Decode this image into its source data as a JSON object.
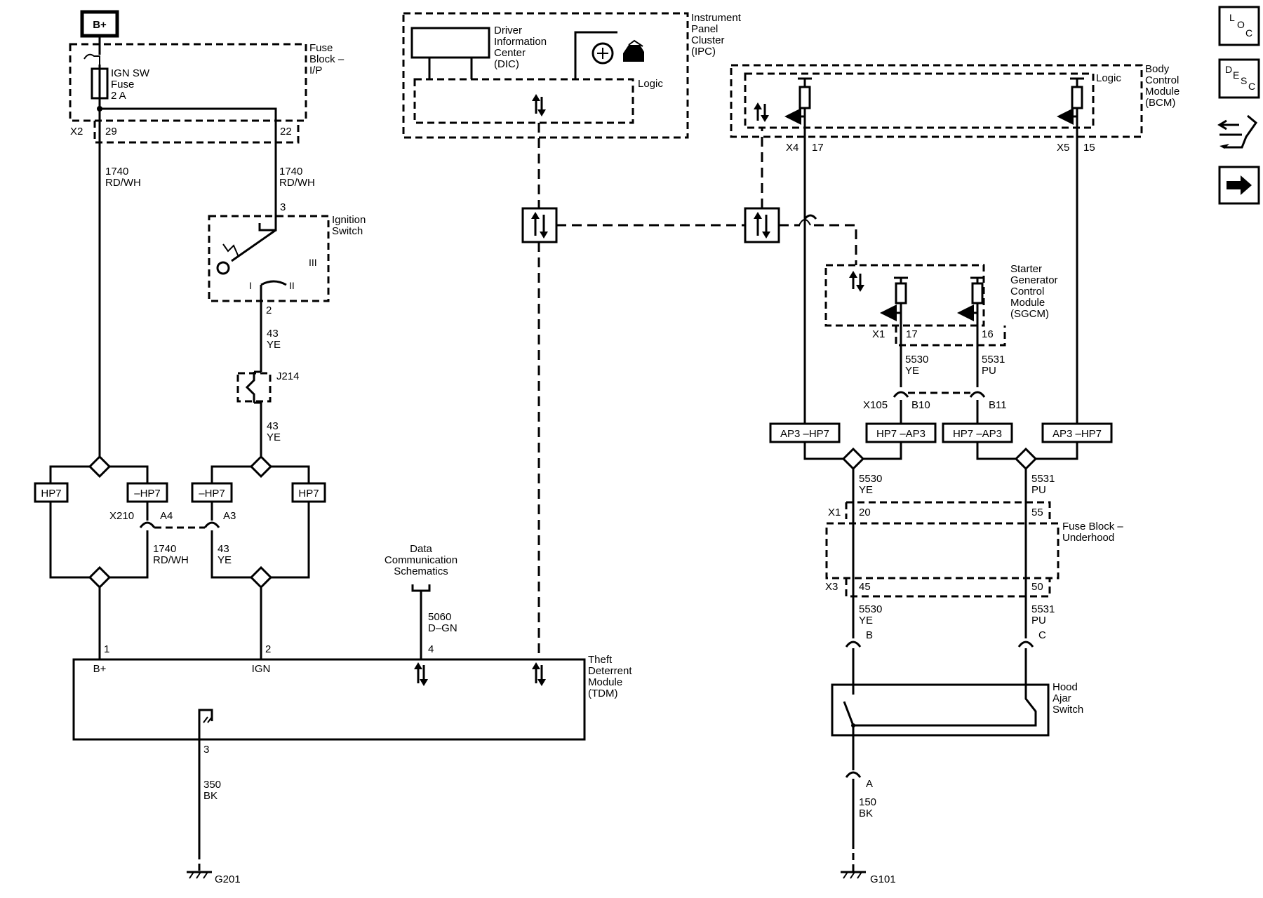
{
  "power": {
    "b_plus": "B+"
  },
  "fuse_block_ip": {
    "line1": "Fuse",
    "line2": "Block –",
    "line3": "I/P",
    "fuse_line1": "IGN SW",
    "fuse_line2": "Fuse",
    "fuse_line3": "2 A",
    "conn": "X2",
    "pin_left": "29",
    "pin_right": "22"
  },
  "wires": {
    "w1740_num": "1740",
    "w1740_col": "RD/WH",
    "w43_num": "43",
    "w43_col": "YE",
    "w5060_num": "5060",
    "w5060_col": "D–GN",
    "w350_num": "350",
    "w350_col": "BK",
    "w5530_num": "5530",
    "w5530_col": "YE",
    "w5531_num": "5531",
    "w5531_col": "PU",
    "w150_num": "150",
    "w150_col": "BK"
  },
  "ignition_switch": {
    "line1": "Ignition",
    "line2": "Switch",
    "pin_top": "3",
    "pin_bottom": "2",
    "pos_I": "I",
    "pos_II": "II",
    "pos_III": "III"
  },
  "splice": {
    "j214": "J214"
  },
  "harness": {
    "hp7": "HP7",
    "neg_hp7": "–HP7",
    "ap3_hp7": "AP3 –HP7",
    "hp7_ap3": "HP7 –AP3"
  },
  "x210": {
    "conn": "X210",
    "a4": "A4",
    "a3": "A3"
  },
  "data_comm": {
    "line1": "Data",
    "line2": "Communication",
    "line3": "Schematics",
    "pin": "4"
  },
  "tdm": {
    "line1": "Theft",
    "line2": "Deterrent",
    "line3": "Module",
    "line4": "(TDM)",
    "pin_bplus": "1",
    "pin_ign": "2",
    "pin_gnd": "3",
    "label_bplus": "B+",
    "label_ign": "IGN"
  },
  "grounds": {
    "g201": "G201",
    "g101": "G101"
  },
  "ipc": {
    "line1": "Instrument",
    "line2": "Panel",
    "line3": "Cluster",
    "line4": "(IPC)",
    "dic_line1": "Driver",
    "dic_line2": "Information",
    "dic_line3": "Center",
    "dic_line4": "(DIC)",
    "logic": "Logic"
  },
  "bcm": {
    "line1": "Body",
    "line2": "Control",
    "line3": "Module",
    "line4": "(BCM)",
    "logic": "Logic",
    "conn_x4": "X4",
    "pin_17": "17",
    "conn_x5": "X5",
    "pin_15": "15"
  },
  "sgcm": {
    "line1": "Starter",
    "line2": "Generator",
    "line3": "Control",
    "line4": "Module",
    "line5": "(SGCM)",
    "conn": "X1",
    "pin_17": "17",
    "pin_16": "16"
  },
  "x105": {
    "conn": "X105",
    "b10": "B10",
    "b11": "B11"
  },
  "fuse_block_underhood": {
    "line1": "Fuse Block –",
    "line2": "Underhood",
    "conn_x1": "X1",
    "pin_20": "20",
    "pin_55": "55",
    "conn_x3": "X3",
    "pin_45": "45",
    "pin_50": "50"
  },
  "hood_switch": {
    "line1": "Hood",
    "line2": "Ajar",
    "line3": "Switch",
    "pin_a": "A",
    "pin_b": "B",
    "pin_c": "C"
  },
  "nav": {
    "loc": "LOC",
    "desc": "DESC"
  }
}
